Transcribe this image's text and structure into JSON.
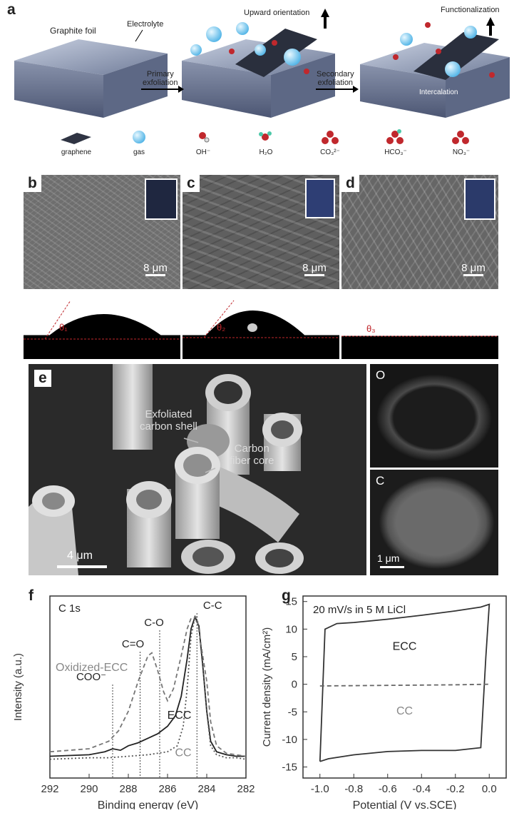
{
  "panel_a": {
    "label": "a",
    "graphite_foil": "Graphite foil",
    "electrolyte": "Electrolyte",
    "primary": [
      "Primary",
      "exfoliation"
    ],
    "secondary": [
      "Secondary",
      "exfoliation"
    ],
    "upward": "Upward  orientation",
    "functionalization": "Functionalization",
    "intercalation": "Intercalation",
    "legend": [
      "graphene",
      "gas",
      "OH⁻",
      "H₂O",
      "CO₃²⁻",
      "HCO₃⁻",
      "NO₃⁻"
    ]
  },
  "panel_bcd": {
    "labels": [
      "b",
      "c",
      "d"
    ],
    "scale": "8 μm",
    "thetas": [
      "θ₁",
      "θ₂",
      "θ₃"
    ]
  },
  "panel_e": {
    "label": "e",
    "shell": [
      "Exfoliated",
      "carbon shell"
    ],
    "core": [
      "Carbon",
      "fiber core"
    ],
    "scale_main": "4 μm",
    "map_o": "O",
    "map_c": "C",
    "scale_map": "1 μm"
  },
  "panel_f": {
    "label": "f",
    "chart_data": {
      "type": "line",
      "title": "C 1s",
      "xlabel": "Binding energy (eV)",
      "ylabel": "Intensity (a.u.)",
      "xlim": [
        292,
        282
      ],
      "xticks": [
        292,
        290,
        288,
        286,
        284,
        282
      ],
      "annotations": [
        {
          "text": "C-C",
          "x": 284.5
        },
        {
          "text": "C-O",
          "x": 286.4
        },
        {
          "text": "C=O",
          "x": 287.4
        },
        {
          "text": "COO⁻",
          "x": 288.8
        }
      ],
      "series": [
        {
          "name": "ECC",
          "style": "solid",
          "x": [
            292,
            290,
            289.2,
            288.8,
            288.4,
            288,
            287.5,
            287,
            286.5,
            286,
            285.6,
            285.3,
            285,
            284.8,
            284.6,
            284.4,
            284.2,
            284,
            283.8,
            283.5,
            283,
            282.5,
            282
          ],
          "y": [
            0.05,
            0.06,
            0.08,
            0.1,
            0.09,
            0.12,
            0.14,
            0.17,
            0.2,
            0.25,
            0.32,
            0.45,
            0.7,
            0.9,
            0.98,
            0.92,
            0.65,
            0.35,
            0.15,
            0.08,
            0.06,
            0.05,
            0.05
          ]
        },
        {
          "name": "Oxidized-ECC",
          "style": "dashed",
          "x": [
            292,
            290,
            289,
            288.5,
            288,
            287.5,
            287,
            286.8,
            286.5,
            286.2,
            286,
            285.7,
            285.3,
            285,
            284.8,
            284.5,
            284.3,
            284,
            283.8,
            283.5,
            283,
            282.5,
            282
          ],
          "y": [
            0.08,
            0.1,
            0.15,
            0.22,
            0.35,
            0.55,
            0.72,
            0.74,
            0.62,
            0.48,
            0.42,
            0.5,
            0.72,
            0.9,
            0.97,
            0.98,
            0.8,
            0.55,
            0.28,
            0.12,
            0.07,
            0.06,
            0.05
          ]
        },
        {
          "name": "CC",
          "style": "dotted",
          "x": [
            292,
            290,
            289,
            288,
            287,
            286,
            285.5,
            285.2,
            285,
            284.8,
            284.6,
            284.4,
            284.2,
            284,
            283.8,
            283.5,
            283,
            282.5,
            282
          ],
          "y": [
            0.03,
            0.04,
            0.04,
            0.05,
            0.06,
            0.08,
            0.12,
            0.25,
            0.5,
            0.85,
            0.98,
            0.9,
            0.65,
            0.35,
            0.12,
            0.06,
            0.04,
            0.04,
            0.03
          ]
        }
      ]
    }
  },
  "panel_g": {
    "label": "g",
    "chart_data": {
      "type": "line",
      "title": "20 mV/s in 5 M LiCl",
      "xlabel": "Potential (V vs.SCE)",
      "ylabel": "Current density (mA/cm²)",
      "xlim": [
        -1.1,
        0.1
      ],
      "ylim": [
        -17,
        16
      ],
      "xticks": [
        -1.0,
        -0.8,
        -0.6,
        -0.4,
        -0.2,
        0.0
      ],
      "yticks": [
        15,
        10,
        5,
        0,
        -5,
        -10,
        -15
      ],
      "series": [
        {
          "name": "ECC",
          "style": "solid",
          "x": [
            -1.0,
            -0.97,
            -0.9,
            -0.8,
            -0.6,
            -0.4,
            -0.2,
            -0.05,
            0.0,
            -0.02,
            -0.05,
            -0.2,
            -0.4,
            -0.6,
            -0.8,
            -0.95,
            -1.0,
            -1.0
          ],
          "y": [
            -14,
            10,
            11,
            11.2,
            11.8,
            12.5,
            13.3,
            14,
            14.5,
            5,
            -11.5,
            -12,
            -12,
            -12.2,
            -12.8,
            -13.5,
            -14,
            -14
          ]
        },
        {
          "name": "CC",
          "style": "dashed",
          "x": [
            -1.0,
            -0.8,
            -0.6,
            -0.4,
            -0.2,
            0.0
          ],
          "y": [
            -0.3,
            -0.25,
            -0.2,
            -0.15,
            -0.1,
            0.0
          ]
        }
      ]
    }
  }
}
